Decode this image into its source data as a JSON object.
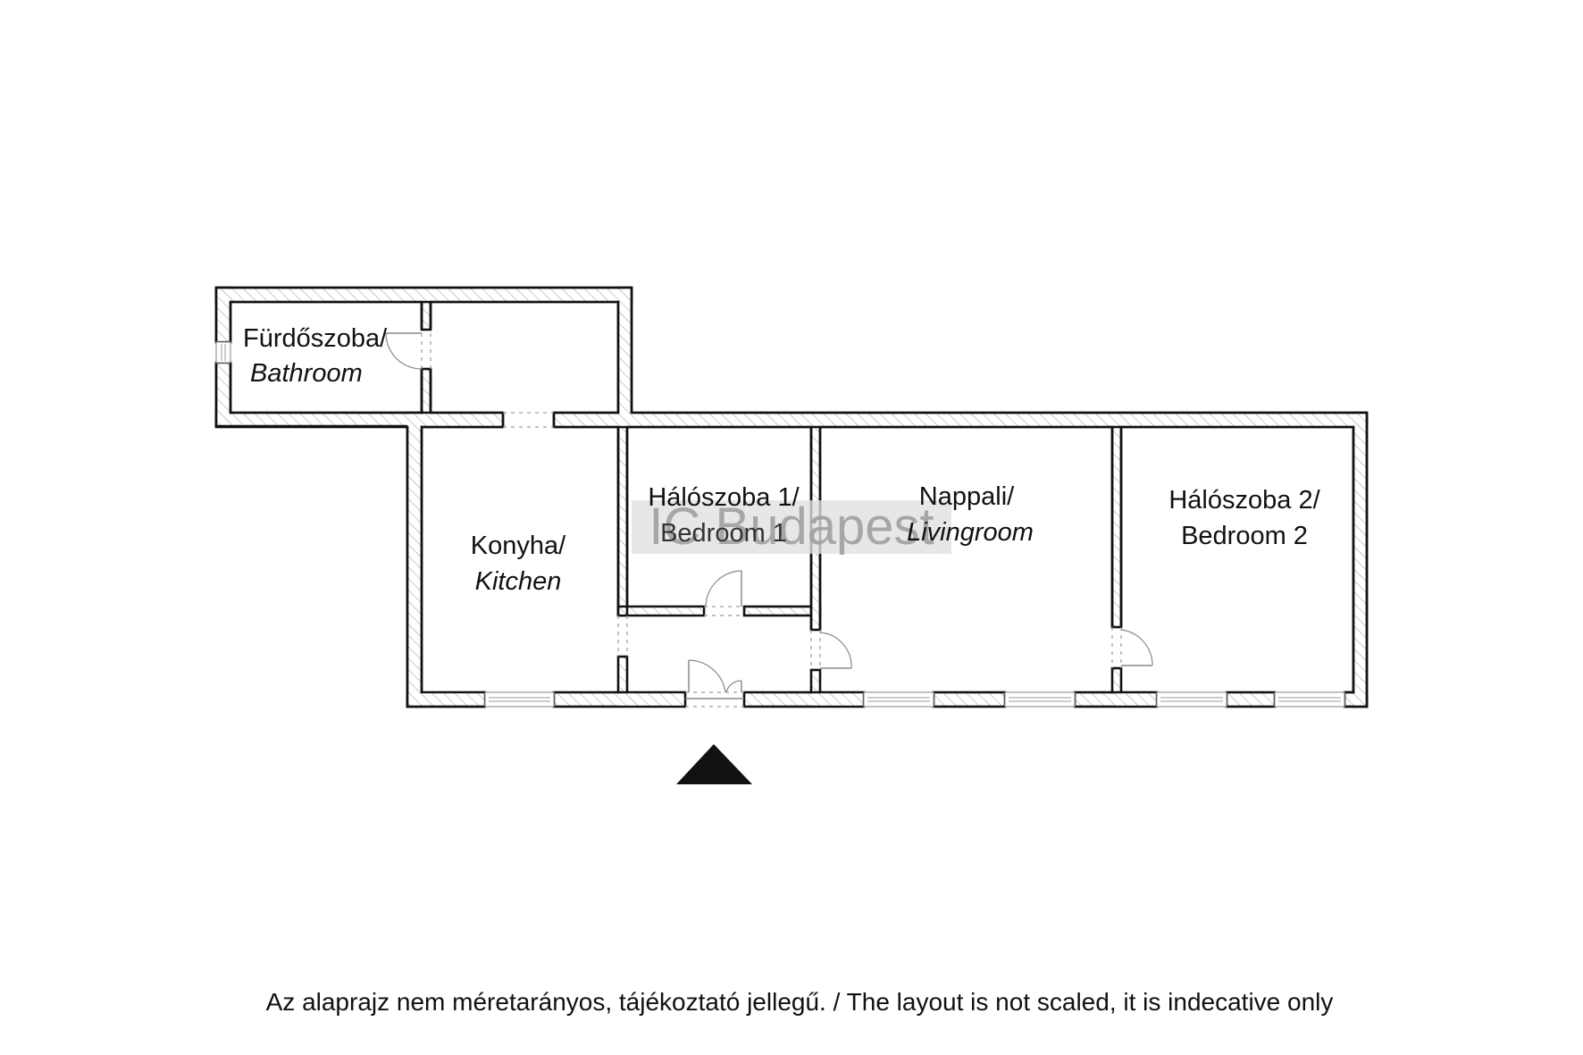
{
  "rooms": [
    {
      "id": "bathroom",
      "name_hu": "Fürdőszoba/",
      "name_en": "Bathroom"
    },
    {
      "id": "kitchen",
      "name_hu": "Konyha/",
      "name_en": "Kitchen"
    },
    {
      "id": "bedroom1",
      "name_hu": "Hálószoba 1/",
      "name_en": "Bedroom 1"
    },
    {
      "id": "livingroom",
      "name_hu": "Nappali/",
      "name_en": "Livingroom"
    },
    {
      "id": "bedroom2",
      "name_hu": "Hálószoba 2/",
      "name_en": "Bedroom 2"
    }
  ],
  "watermark": "IC Budapest",
  "entrance_marker": "entrance-arrow",
  "caption": "Az alaprajz nem méretarányos, tájékoztató jellegű. / The layout is not scaled, it is indecative only",
  "colors": {
    "wall_outline": "#111111",
    "hatch": "#9a9a9a",
    "background": "#ffffff",
    "watermark_box": "#e0e0e0",
    "watermark_text": "#9c9c9c"
  }
}
